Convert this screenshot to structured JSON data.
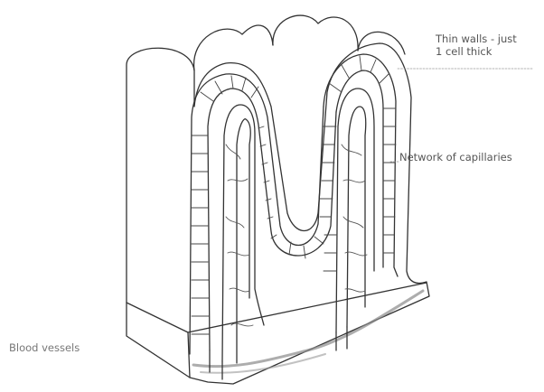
{
  "labels": {
    "thin_walls_line1": "Thin walls - just",
    "thin_walls_line2": "1 cell thick",
    "capillaries": "Network of capillaries",
    "blood_vessels": "Blood vessels"
  },
  "colors": {
    "line": "#333333",
    "leader": "#9a9a9a",
    "text": "#555555",
    "shading": "#8a8a8a"
  }
}
